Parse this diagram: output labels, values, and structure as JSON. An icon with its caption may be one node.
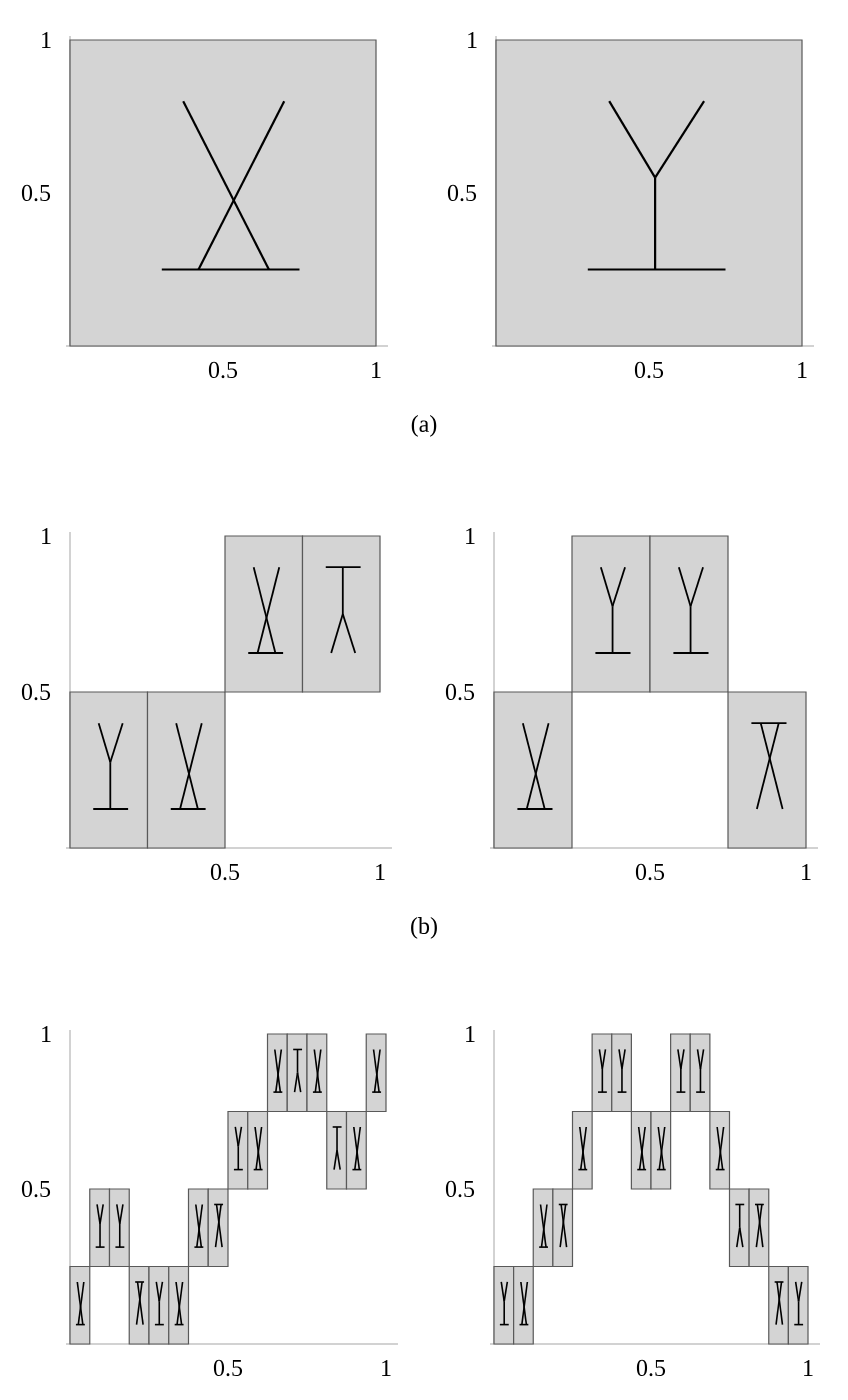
{
  "diagram": {
    "labels": [
      "1",
      "1",
      "0.5",
      "0.5",
      "0.5",
      "1",
      "0.5",
      "1",
      "(a)",
      "1",
      "1",
      "0.5",
      "0.5",
      "0.5",
      "1",
      "0.5",
      "1",
      "(b)",
      "1",
      "1",
      "0.5",
      "0.5",
      "0.5",
      "1",
      "0.5",
      "1"
    ]
  }
}
